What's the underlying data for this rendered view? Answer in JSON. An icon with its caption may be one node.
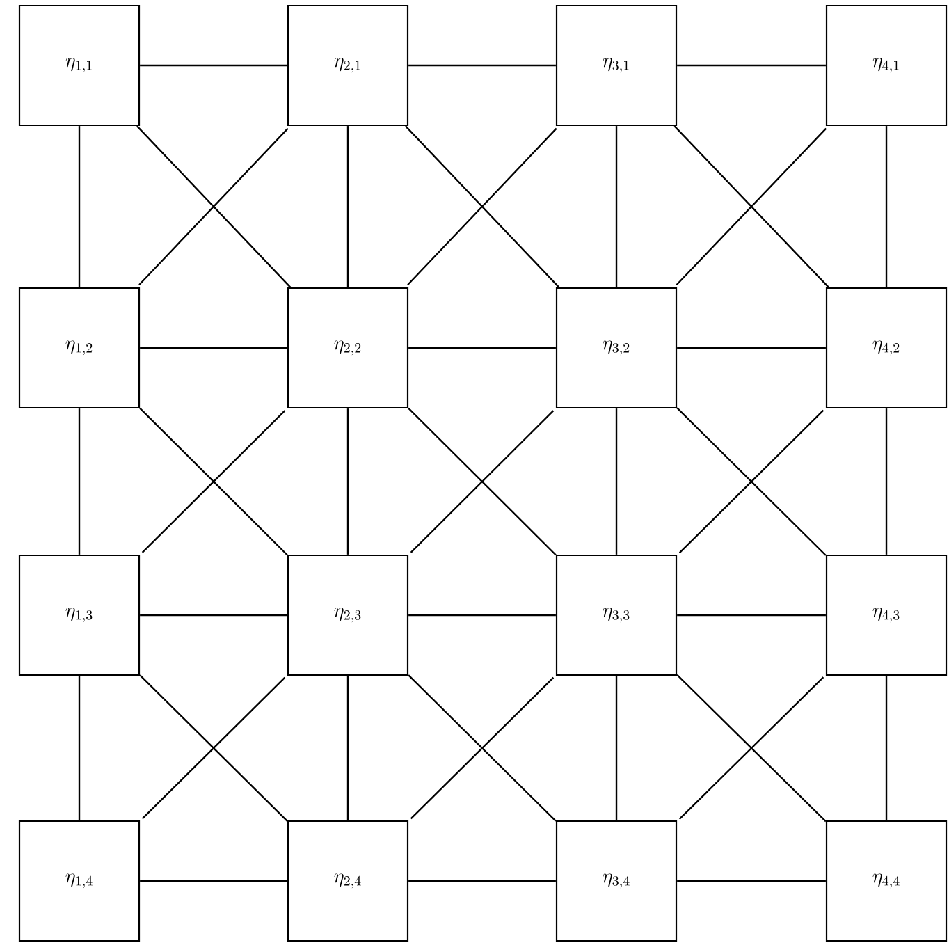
{
  "diagram": {
    "nodes": [
      {
        "text": [
          "\\eta_{1,1}"
        ]
      },
      {
        "text": [
          "\\eta_{2,1}"
        ]
      },
      {
        "text": [
          "\\eta_{3,1}"
        ]
      },
      {
        "text": [
          "\\eta_{4,1}"
        ]
      },
      {
        "text": [
          "\\eta_{1,2}"
        ]
      },
      {
        "text": [
          "\\eta_{2,2}"
        ]
      },
      {
        "text": [
          "\\eta_{3,2}"
        ]
      },
      {
        "text": [
          "\\eta_{4,2}"
        ]
      },
      {
        "text": [
          "\\eta_{1,3}"
        ]
      },
      {
        "text": [
          "\\eta_{2,3}"
        ]
      },
      {
        "text": [
          "\\eta_{3,3}"
        ]
      },
      {
        "text": [
          "\\eta_{4,3}"
        ]
      },
      {
        "text": [
          "\\eta_{1,4}"
        ]
      },
      {
        "text": [
          "\\eta_{2,4}"
        ]
      },
      {
        "text": [
          "\\eta_{3,4}"
        ]
      },
      {
        "text": [
          "\\eta_{4,4}"
        ]
      }
    ],
    "edges": [
      {
        "from": 0,
        "to": 1,
        "arrow": "none"
      },
      {
        "from": 1,
        "to": 2,
        "arrow": "none"
      },
      {
        "from": 2,
        "to": 3,
        "arrow": "none"
      },
      {
        "from": 4,
        "to": 5,
        "arrow": "none"
      },
      {
        "from": 5,
        "to": 6,
        "arrow": "none"
      },
      {
        "from": 6,
        "to": 7,
        "arrow": "none"
      },
      {
        "from": 8,
        "to": 9,
        "arrow": "none"
      },
      {
        "from": 9,
        "to": 10,
        "arrow": "none"
      },
      {
        "from": 10,
        "to": 11,
        "arrow": "none"
      },
      {
        "from": 12,
        "to": 13,
        "arrow": "none"
      },
      {
        "from": 13,
        "to": 14,
        "arrow": "none"
      },
      {
        "from": 14,
        "to": 15,
        "arrow": "none"
      },
      {
        "from": 0,
        "to": 4,
        "arrow": "none"
      },
      {
        "from": 4,
        "to": 8,
        "arrow": "none"
      },
      {
        "from": 8,
        "to": 12,
        "arrow": "none"
      },
      {
        "from": 1,
        "to": 5,
        "arrow": "none"
      },
      {
        "from": 5,
        "to": 9,
        "arrow": "none"
      },
      {
        "from": 9,
        "to": 13,
        "arrow": "none"
      },
      {
        "from": 2,
        "to": 6,
        "arrow": "none"
      },
      {
        "from": 6,
        "to": 10,
        "arrow": "none"
      },
      {
        "from": 10,
        "to": 14,
        "arrow": "none"
      },
      {
        "from": 3,
        "to": 7,
        "arrow": "none"
      },
      {
        "from": 7,
        "to": 11,
        "arrow": "none"
      },
      {
        "from": 11,
        "to": 15,
        "arrow": "none"
      },
      {
        "from": 0,
        "to": 5,
        "arrow": "none"
      },
      {
        "from": 1,
        "to": 4,
        "arrow": "none"
      },
      {
        "from": 1,
        "to": 6,
        "arrow": "none"
      },
      {
        "from": 2,
        "to": 5,
        "arrow": "none"
      },
      {
        "from": 2,
        "to": 7,
        "arrow": "none"
      },
      {
        "from": 3,
        "to": 6,
        "arrow": "none"
      },
      {
        "from": 4,
        "to": 9,
        "arrow": "none"
      },
      {
        "from": 5,
        "to": 8,
        "arrow": "none"
      },
      {
        "from": 5,
        "to": 10,
        "arrow": "none"
      },
      {
        "from": 6,
        "to": 9,
        "arrow": "none"
      },
      {
        "from": 6,
        "to": 11,
        "arrow": "none"
      },
      {
        "from": 7,
        "to": 10,
        "arrow": "none"
      },
      {
        "from": 8,
        "to": 13,
        "arrow": "none"
      },
      {
        "from": 9,
        "to": 12,
        "arrow": "none"
      },
      {
        "from": 9,
        "to": 14,
        "arrow": "none"
      },
      {
        "from": 10,
        "to": 13,
        "arrow": "none"
      },
      {
        "from": 10,
        "to": 15,
        "arrow": "none"
      },
      {
        "from": 11,
        "to": 14,
        "arrow": "none"
      }
    ]
  }
}
